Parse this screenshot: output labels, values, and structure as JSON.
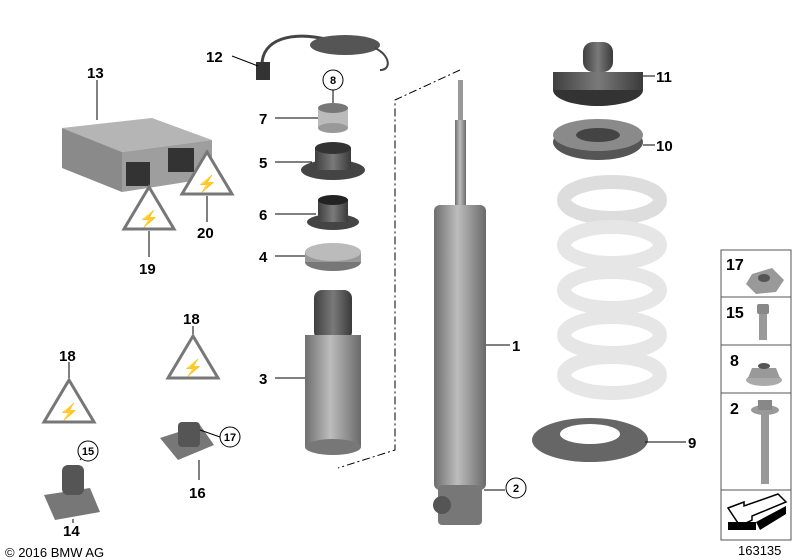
{
  "callouts": {
    "c13": "13",
    "c12": "12",
    "c8": "8",
    "c7": "7",
    "c5": "5",
    "c6": "6",
    "c4": "4",
    "c3": "3",
    "c1": "1",
    "c2": "2",
    "c11": "11",
    "c10": "10",
    "c9": "9",
    "c20": "20",
    "c19": "19",
    "c18a": "18",
    "c18b": "18",
    "c17": "17",
    "c16": "16",
    "c15": "15",
    "c14": "14"
  },
  "legend": {
    "items": [
      {
        "number": "17",
        "part": "hex-nut"
      },
      {
        "number": "15",
        "part": "socket-head-screw"
      },
      {
        "number": "8",
        "part": "flange-nut"
      },
      {
        "number": "2",
        "part": "hex-bolt"
      }
    ]
  },
  "footer": {
    "copyright": "© 2016 BMW AG",
    "diagram_number": "163135"
  },
  "colors": {
    "part_dark": "#555555",
    "part_mid": "#8a8a8a",
    "part_light": "#bdbdbd",
    "spring": "#f2f2f2",
    "warning_border": "#777777"
  }
}
